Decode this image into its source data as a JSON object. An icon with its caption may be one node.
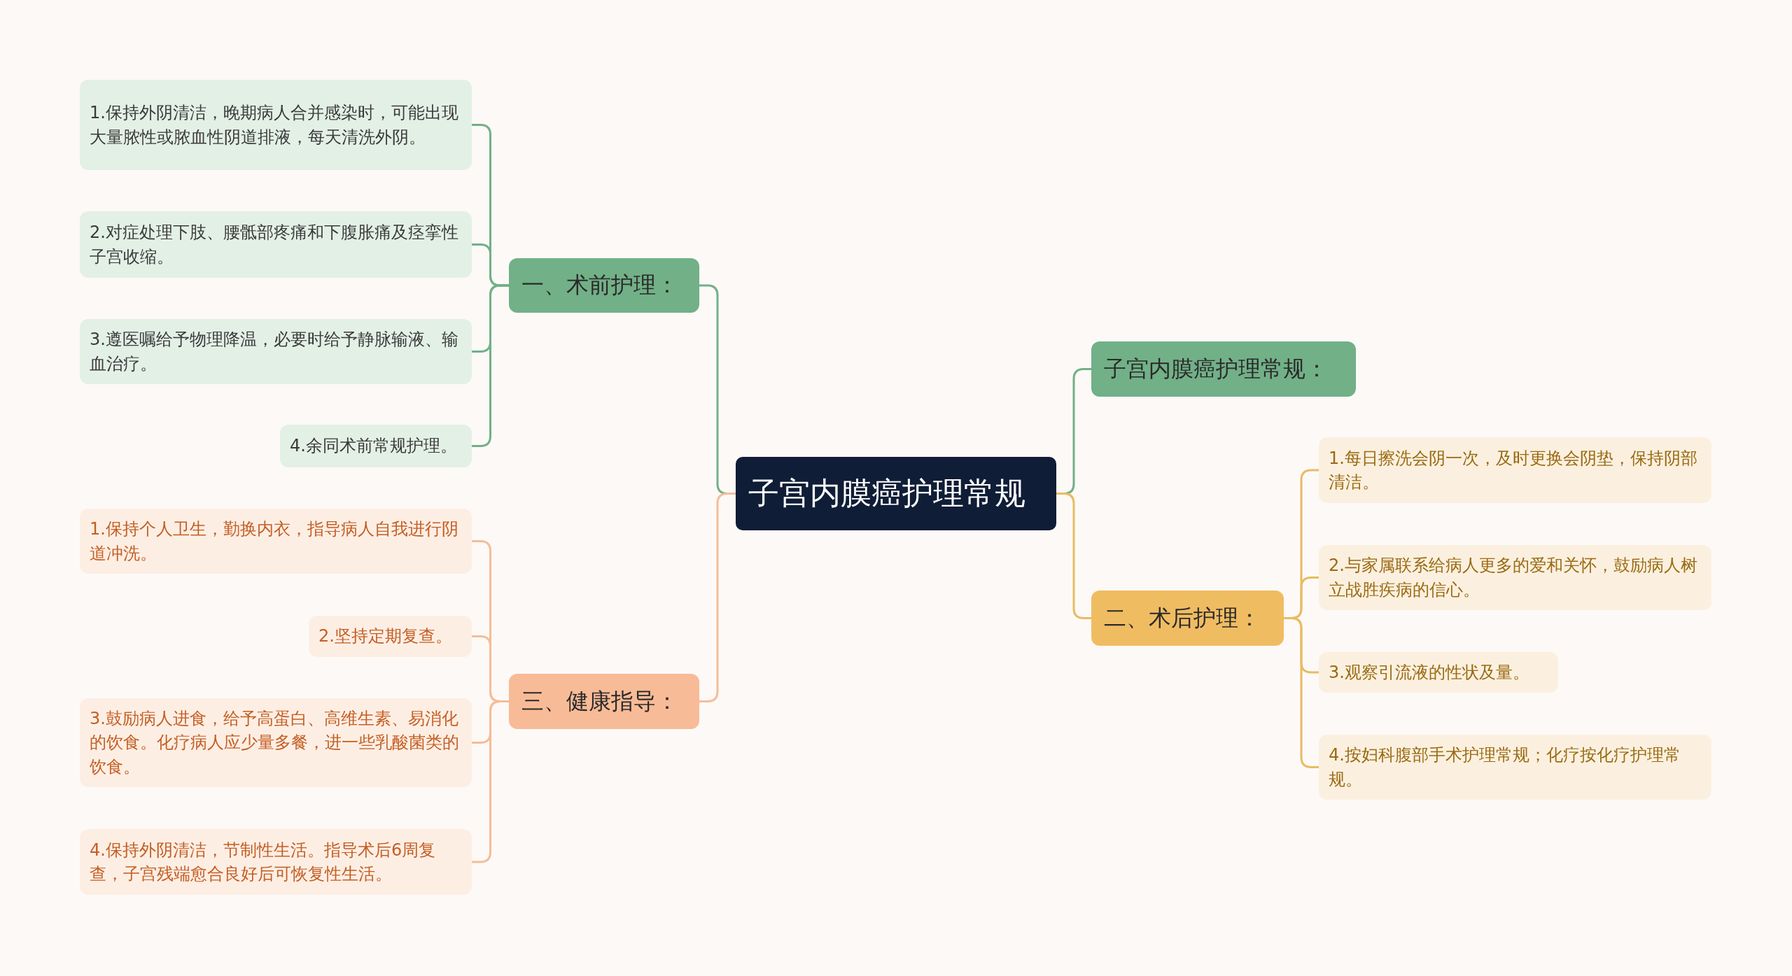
{
  "diagram": {
    "nodes": [
      {
        "text": [
          "子宫内膜癌护理常规"
        ]
      },
      {
        "text": [
          "一、术前护理："
        ]
      },
      {
        "text": [
          "1.保持外阴清洁，晚期病人合并感染时，可能出现大量脓性或脓血性阴道排液，每天清洗外阴。"
        ]
      },
      {
        "text": [
          "2.对症处理下肢、腰骶部疼痛和下腹胀痛及痉挛性子宫收缩。"
        ]
      },
      {
        "text": [
          "3.遵医嘱给予物理降温，必要时给予静脉输液、输血治疗。"
        ]
      },
      {
        "text": [
          "4.余同术前常规护理。"
        ]
      },
      {
        "text": [
          "子宫内膜癌护理常规："
        ]
      },
      {
        "text": [
          "二、术后护理："
        ]
      },
      {
        "text": [
          "1.每日擦洗会阴一次，及时更换会阴垫，保持阴部清洁。"
        ]
      },
      {
        "text": [
          "2.与家属联系给病人更多的爱和关怀，鼓励病人树立战胜疾病的信心。"
        ]
      },
      {
        "text": [
          "3.观察引流液的性状及量。"
        ]
      },
      {
        "text": [
          "4.按妇科腹部手术护理常规；化疗按化疗护理常规。"
        ]
      },
      {
        "text": [
          "三、健康指导："
        ]
      },
      {
        "text": [
          "1.保持个人卫生，勤换内衣，指导病人自我进行阴道冲洗。"
        ]
      },
      {
        "text": [
          "2.坚持定期复查。"
        ]
      },
      {
        "text": [
          "3.鼓励病人进食，给予高蛋白、高维生素、易消化的饮食。化疗病人应少量多餐，进一些乳酸菌类的饮食。"
        ]
      },
      {
        "text": [
          "4.保持外阴清洁，节制性生活。指导术后6周复查，子宫残端愈合良好后可恢复性生活。"
        ]
      }
    ],
    "edges": [
      {
        "from": 0,
        "to": 1,
        "arrow": "none",
        "color": "#72b087"
      },
      {
        "from": 1,
        "to": 2,
        "arrow": "none",
        "color": "#72b087"
      },
      {
        "from": 1,
        "to": 3,
        "arrow": "none",
        "color": "#72b087"
      },
      {
        "from": 1,
        "to": 4,
        "arrow": "none",
        "color": "#72b087"
      },
      {
        "from": 1,
        "to": 5,
        "arrow": "none",
        "color": "#72b087"
      },
      {
        "from": 0,
        "to": 6,
        "arrow": "none",
        "color": "#72b087"
      },
      {
        "from": 0,
        "to": 7,
        "arrow": "none",
        "color": "#e8bc62"
      },
      {
        "from": 7,
        "to": 8,
        "arrow": "none",
        "color": "#e8bc62"
      },
      {
        "from": 7,
        "to": 9,
        "arrow": "none",
        "color": "#e8bc62"
      },
      {
        "from": 7,
        "to": 10,
        "arrow": "none",
        "color": "#e8bc62"
      },
      {
        "from": 7,
        "to": 11,
        "arrow": "none",
        "color": "#e8bc62"
      },
      {
        "from": 0,
        "to": 12,
        "arrow": "none",
        "color": "#f5bd98"
      },
      {
        "from": 12,
        "to": 13,
        "arrow": "none",
        "color": "#f5bd98"
      },
      {
        "from": 12,
        "to": 14,
        "arrow": "none",
        "color": "#f5bd98"
      },
      {
        "from": 12,
        "to": 15,
        "arrow": "none",
        "color": "#f5bd98"
      },
      {
        "from": 12,
        "to": 16,
        "arrow": "none",
        "color": "#f5bd98"
      }
    ]
  }
}
